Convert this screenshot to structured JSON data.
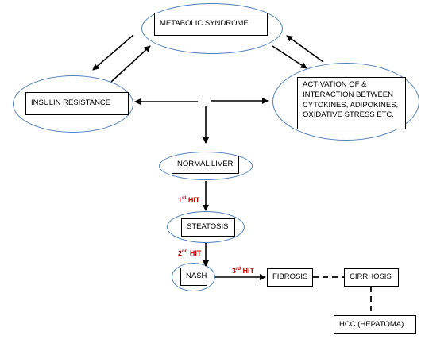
{
  "nodes": {
    "metabolic_syndrome": "METABOLIC SYNDROME",
    "insulin_resistance": "INSULIN RESISTANCE",
    "activation": "ACTIVATION OF & INTERACTION BETWEEN CYTOKINES, ADIPOKINES, OXIDATIVE STRESS ETC.",
    "normal_liver": "NORMAL LIVER",
    "steatosis": "STEATOSIS",
    "nash": "NASH",
    "fibrosis": "FIBROSIS",
    "cirrhosis": "CIRRHOSIS",
    "hcc": "HCC (HEPATOMA)"
  },
  "hits": {
    "first": {
      "num": "1",
      "sup": "st",
      "label": "HIT"
    },
    "second": {
      "num": "2",
      "sup": "nd",
      "label": "HIT"
    },
    "third": {
      "num": "3",
      "sup": "rd",
      "label": "HIT"
    }
  },
  "colors": {
    "ellipse_border": "#4f7fba",
    "hit_text": "#c00000"
  }
}
